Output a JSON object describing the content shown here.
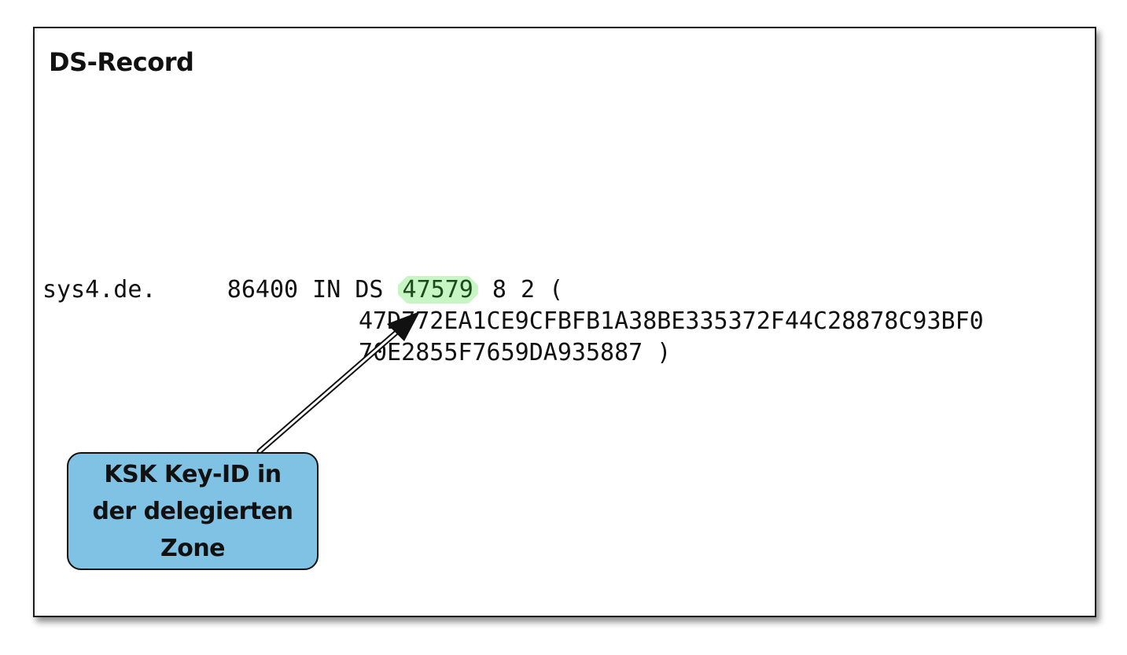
{
  "slide": {
    "title": "DS-Record"
  },
  "record": {
    "line1_prefix": "sys4.de.     86400 IN DS ",
    "key_id": "47579",
    "line1_suffix": " 8 2 (",
    "line2": "47D772EA1CE9CFBFB1A38BE335372F44C28878C93BF0",
    "line3": "70E2855F7659DA935887 )"
  },
  "callout": {
    "text": "KSK Key-ID in der delegierten Zone",
    "fill_color": "#7fc2e3"
  },
  "highlight": {
    "fill_color": "#c8f5c4"
  }
}
